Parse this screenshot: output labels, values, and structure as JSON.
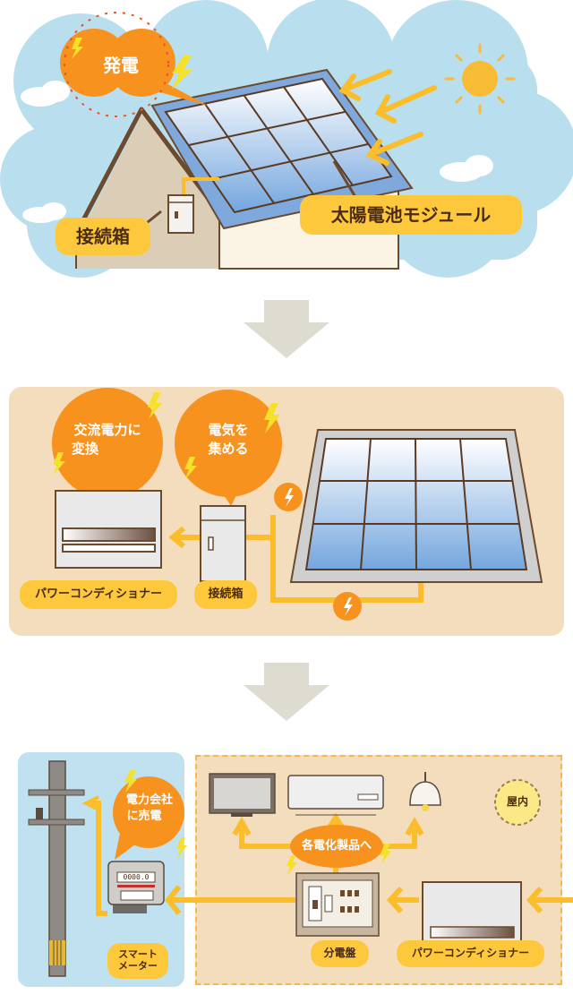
{
  "colors": {
    "sky": "#b9dfee",
    "cloud": "#ffffff",
    "wall_left": "#dccdb6",
    "wall_right": "#fbf3e4",
    "roof_edge": "#6b4a2e",
    "panel_frame": "#7fa8dc",
    "panel_cell_top": "#ffffff",
    "panel_cell_bottom": "#74a6de",
    "bubble_orange": "#f7921e",
    "label_yellow": "#fdc83c",
    "arrow_yellow": "#fbbd2a",
    "bolt_yellow": "#f5e02a",
    "flow_arrow": "#dedbd0",
    "section_beige": "#f3ddbd",
    "outdoor_blue": "#bfe1f0",
    "dashed_border": "#f4b948",
    "sun": "#f7bb36",
    "text_dark": "#4a2c16"
  },
  "section1": {
    "bubble": "発電",
    "label_junction_box": "接続箱",
    "label_solar_module": "太陽電池モジュール"
  },
  "section2": {
    "bubble_inverter": [
      "交流電力に",
      "変換"
    ],
    "bubble_junction": [
      "電気を",
      "集める"
    ],
    "label_inverter": "パワーコンディショナー",
    "label_junction_box": "接続箱"
  },
  "section3": {
    "bubble_sell": [
      "電力会社",
      "に売電"
    ],
    "bubble_appliances": "各電化製品へ",
    "meter_display": "0000.0",
    "label_indoor": "屋内",
    "label_smart_meter": [
      "スマート",
      "メーター"
    ],
    "label_distribution_board": "分電盤",
    "label_inverter": "パワーコンディショナー"
  }
}
